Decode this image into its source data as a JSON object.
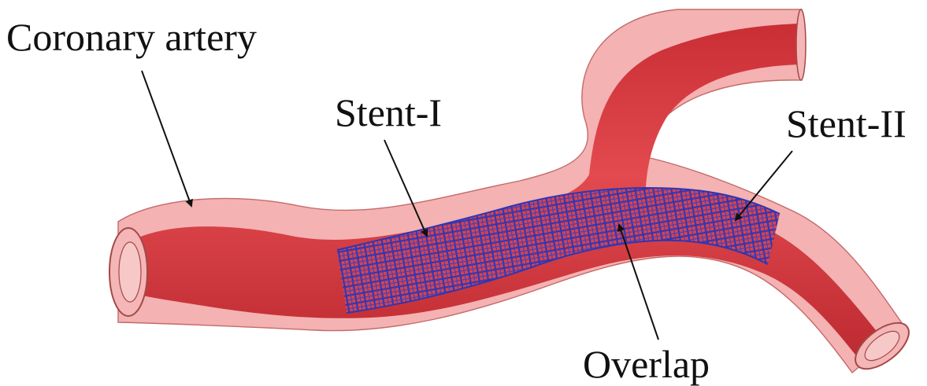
{
  "labels": {
    "coronary_artery": "Coronary artery",
    "stent_1": "Stent-I",
    "stent_2": "Stent-II",
    "overlap": "Overlap"
  },
  "colors": {
    "vessel_outer": "#f2a4a4",
    "vessel_inner": "#e0454a",
    "stent": "#2f36b4",
    "arrow": "#111111"
  }
}
